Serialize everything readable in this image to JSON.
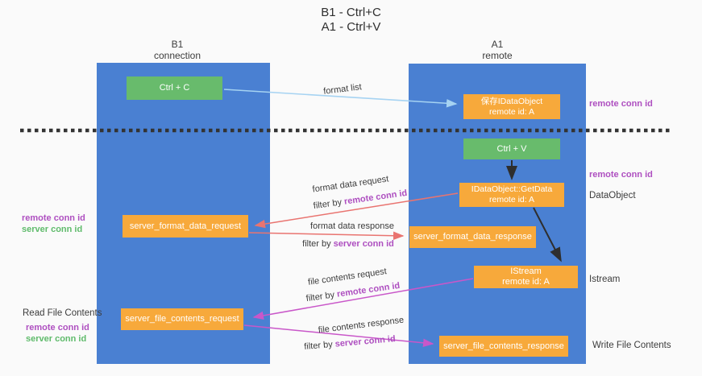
{
  "title": {
    "line1": "B1 - Ctrl+C",
    "line2": "A1 - Ctrl+V"
  },
  "lanes": {
    "left": {
      "header_line1": "B1",
      "header_line2": "connection"
    },
    "right": {
      "header_line1": "A1",
      "header_line2": "remote"
    }
  },
  "boxes": {
    "ctrl_c": "Ctrl + C",
    "ctrl_v": "Ctrl + V",
    "save_dataobject": {
      "line1": "保存IDataObject",
      "line2": "remote id: A"
    },
    "getdata": {
      "line1": "IDataObject::GetData",
      "line2": "remote id: A"
    },
    "istream": {
      "line1": "IStream",
      "line2": "remote id: A"
    },
    "format_request": "server_format_data_request",
    "format_response": "server_format_data_response",
    "file_request": "server_file_contents_request",
    "file_response": "server_file_contents_response"
  },
  "flow": {
    "format_list": "format list",
    "format_data_request": "format data request",
    "format_data_response": "format data response",
    "file_contents_request": "file contents request",
    "file_contents_response": "file contents response",
    "filter_by": "filter by ",
    "remote_conn_id": "remote conn id",
    "server_conn_id": "server conn id"
  },
  "side": {
    "remote_conn_id": "remote conn id",
    "server_conn_id": "server conn id",
    "dataobject": "DataObject",
    "istream": "Istream",
    "read_file_contents": "Read File Contents",
    "write_file_contents": "Write File Contents"
  },
  "colors": {
    "background": "#FAFAFA",
    "lane_blue": "#4A80D2",
    "box_green": "#68BB6C",
    "box_orange": "#F7A93B",
    "purple": "#AE4FC0",
    "green_text": "#5FBB6B",
    "salmon": "#E97470",
    "magenta": "#C957C9",
    "light_blue": "#A6D3F2",
    "arrow_dark": "#2E2E2E",
    "dash": "#333333"
  }
}
